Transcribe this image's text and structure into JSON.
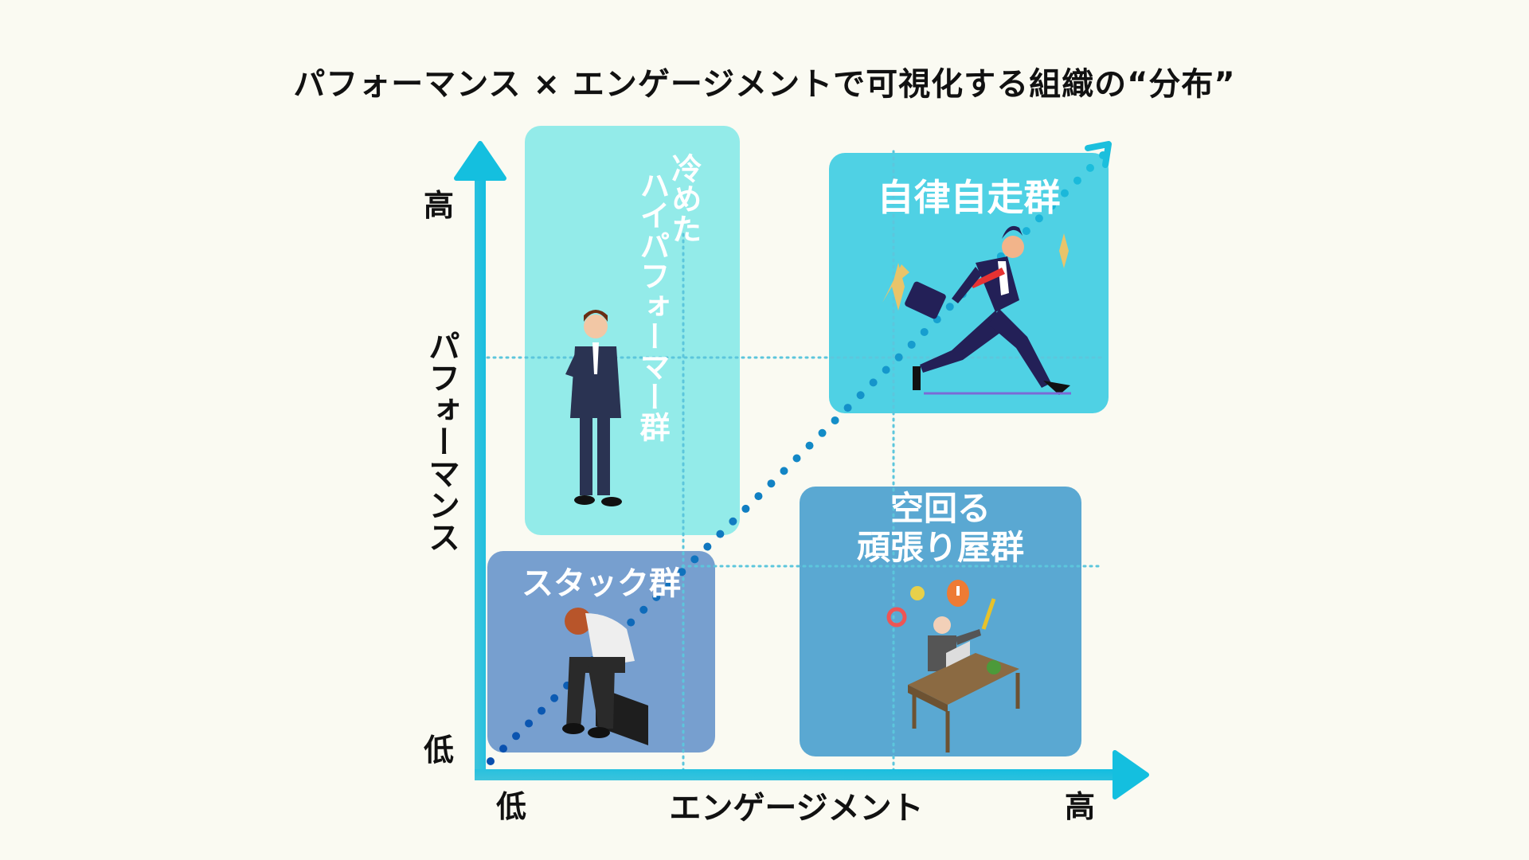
{
  "title": "パフォーマンス × エンゲージメントで可視化する組織の“分布”",
  "y_axis": {
    "label": "パフォーマンス",
    "high": "高",
    "low": "低"
  },
  "x_axis": {
    "label": "エンゲージメント",
    "high": "高",
    "low": "低"
  },
  "quadrants": {
    "cold_high_performer": {
      "line1": "冷めた",
      "line2": "ハイパフォーマー群",
      "color": "#93ebe9"
    },
    "autonomous": {
      "label": "自律自走群",
      "color": "#4fd1e4"
    },
    "stuck": {
      "label": "スタック群",
      "color": "#779fcf"
    },
    "spinning": {
      "line1": "空回る",
      "line2": "頑張り屋群",
      "color": "#5aa8d2"
    }
  },
  "colors": {
    "axis": "#1bbfdd",
    "guide": "#5cc6dc",
    "trend_start": "#0a4fae",
    "trend_end": "#1bbfdd"
  }
}
